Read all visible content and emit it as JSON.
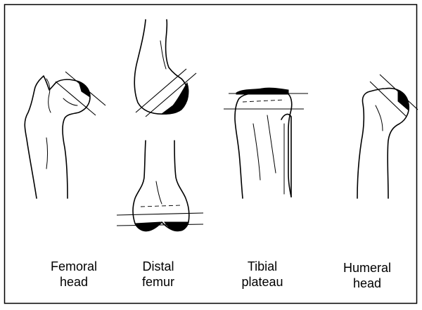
{
  "labels": {
    "femoral_head": {
      "line1": "Femoral",
      "line2": "head"
    },
    "distal_femur": {
      "line1": "Distal",
      "line2": "femur"
    },
    "tibial_plateau": {
      "line1": "Tibial",
      "line2": "plateau"
    },
    "humeral_head": {
      "line1": "Humeral",
      "line2": "head"
    }
  },
  "colors": {
    "ink": "#000000",
    "background": "#ffffff"
  }
}
